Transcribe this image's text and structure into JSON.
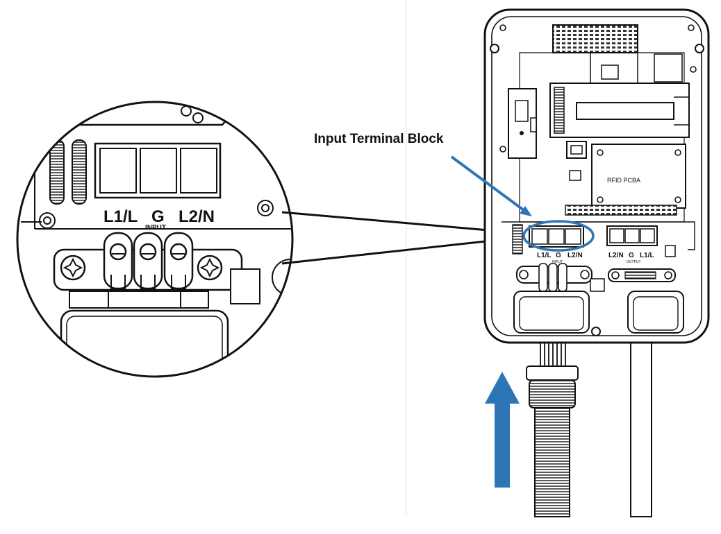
{
  "callout": {
    "label": "Input Terminal Block"
  },
  "zoom": {
    "terminal_labels": [
      "L1/L",
      "G",
      "L2/N"
    ],
    "input_label": "INPUT"
  },
  "device": {
    "input_labels": [
      "L1/L",
      "G",
      "L2/N"
    ],
    "input_caption": "INPUT",
    "output_labels": [
      "L2/N",
      "G",
      "L1/L"
    ],
    "output_caption": "OUTPUT",
    "pcb_label": "RFID PCBA"
  },
  "colors": {
    "accent": "#2e75b6",
    "line": "#111111"
  }
}
